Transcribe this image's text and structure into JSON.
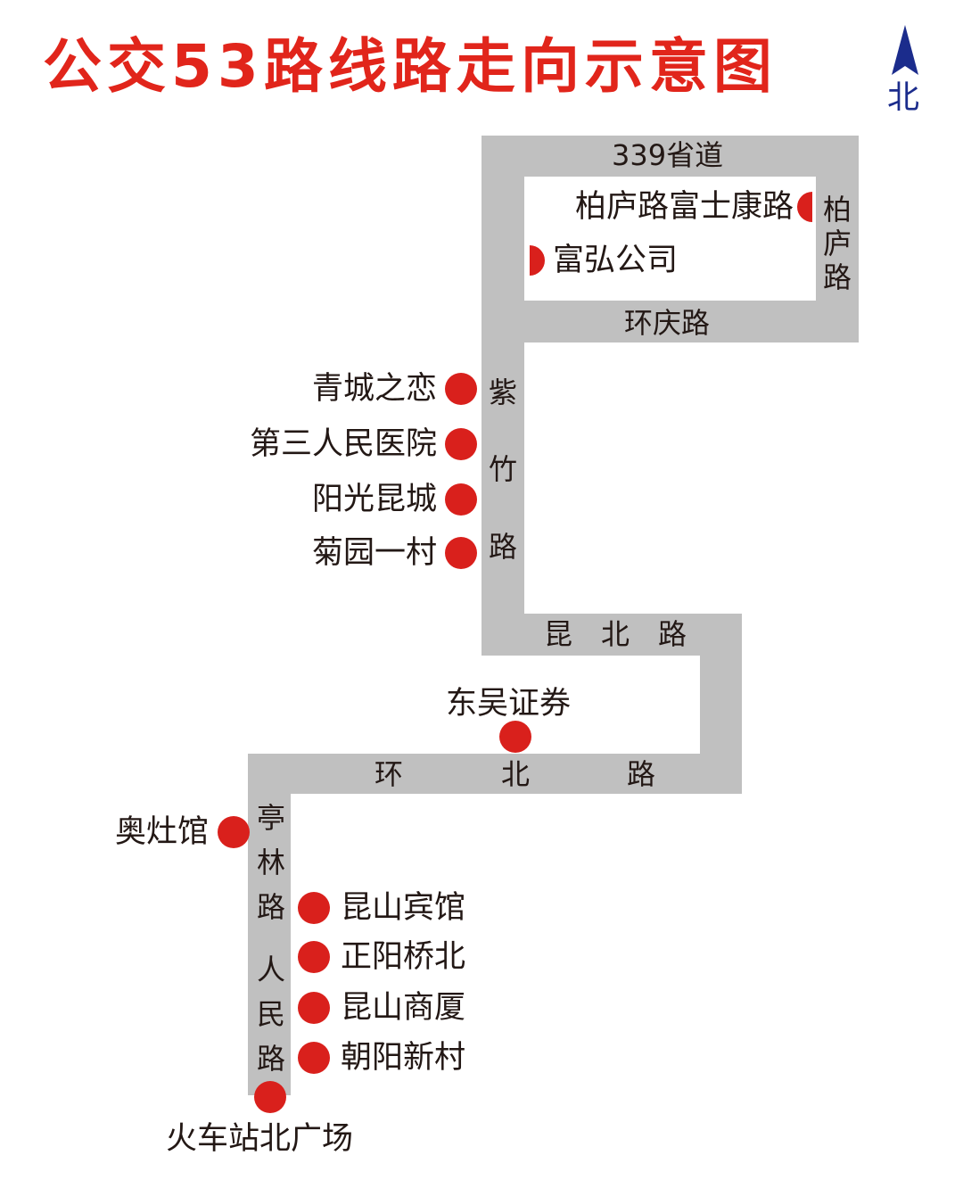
{
  "title": "公交53路线路走向示意图",
  "north_label": "北",
  "colors": {
    "road": "#c0c0c0",
    "stop": "#d9201c",
    "title": "#e1251b",
    "north": "#1b2c8c"
  },
  "roads": {
    "provincial_339": "339省道",
    "bailu_vertical": "柏庐路",
    "huanqing": "环庆路",
    "zizhu_1": "紫",
    "zizhu_2": "竹",
    "zizhu_3": "路",
    "kunbei": "昆　北　路",
    "huanbei_1": "环",
    "huanbei_2": "北",
    "huanbei_3": "路",
    "tinglin": "亭林路",
    "renmin": "人民路"
  },
  "stops": [
    {
      "name": "柏庐路富士康路"
    },
    {
      "name": "富弘公司"
    },
    {
      "name": "青城之恋"
    },
    {
      "name": "第三人民医院"
    },
    {
      "name": "阳光昆城"
    },
    {
      "name": "菊园一村"
    },
    {
      "name": "东吴证券"
    },
    {
      "name": "奥灶馆"
    },
    {
      "name": "昆山宾馆"
    },
    {
      "name": "正阳桥北"
    },
    {
      "name": "昆山商厦"
    },
    {
      "name": "朝阳新村"
    },
    {
      "name": "火车站北广场"
    }
  ]
}
